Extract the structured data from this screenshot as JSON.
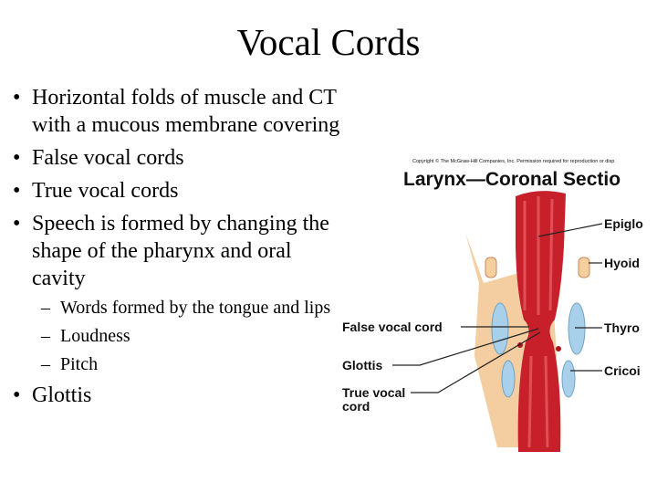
{
  "slide": {
    "title": "Vocal Cords",
    "bullets": [
      {
        "text": "Horizontal folds of muscle and CT with a mucous membrane covering"
      },
      {
        "text": "False vocal cords"
      },
      {
        "text": "True vocal cords"
      },
      {
        "text": "Speech is formed by changing the shape of the pharynx and oral cavity",
        "sub": [
          {
            "text": "Words formed by the tongue and lips"
          },
          {
            "text": "Loudness"
          },
          {
            "text": "Pitch"
          }
        ]
      },
      {
        "text": "Glottis"
      }
    ],
    "bullet_glyph": "•",
    "sub_glyph": "–"
  },
  "figure": {
    "copyright": "Copyright © The McGraw-Hill Companies, Inc. Permission required for reproduction or disp",
    "heading": "Larynx—Coronal Sectio",
    "labels": {
      "epiglottis": "Epiglo",
      "hyoid": "Hyoid",
      "false_vocal_cord": "False vocal cord",
      "thyroid": "Thyro",
      "glottis": "Glottis",
      "cricoid": "Cricoi",
      "true_vocal_cord_1": "True vocal",
      "true_vocal_cord_2": "cord"
    },
    "colors": {
      "tissue": "#c8202a",
      "cartilage": "#a9d0ea",
      "fat": "#f1c08a"
    }
  }
}
